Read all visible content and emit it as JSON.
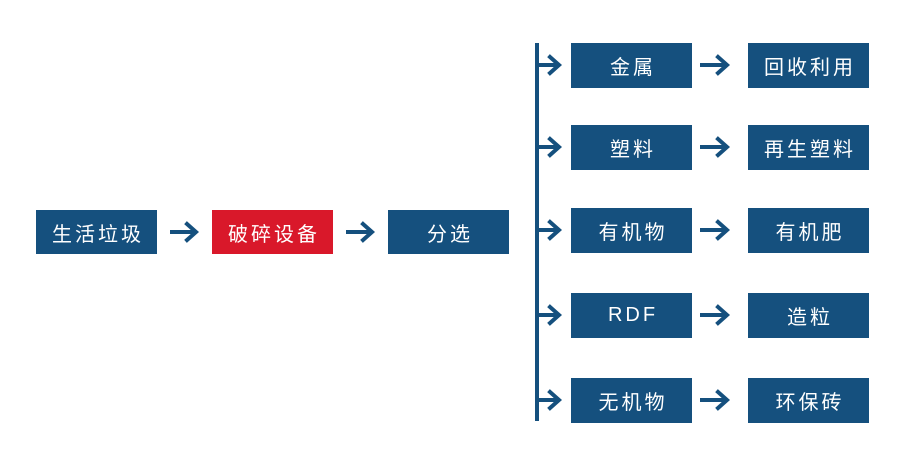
{
  "diagram": {
    "type": "process-flow",
    "title": "",
    "colors": {
      "primary_blue": "#15507E",
      "highlight_red": "#D9182A",
      "background": "#FFFFFF",
      "text": "#FFFFFF"
    },
    "main_chain": [
      {
        "id": "waste",
        "label": "生活垃圾",
        "style": "blue"
      },
      {
        "id": "crusher",
        "label": "破碎设备",
        "style": "red"
      },
      {
        "id": "sorting",
        "label": "分选",
        "style": "blue"
      }
    ],
    "main_arrows": [
      {
        "id": "arrow-waste-to-crusher",
        "glyph": "arrow-right-icon"
      },
      {
        "id": "arrow-crusher-to-sorting",
        "glyph": "arrow-right-icon"
      }
    ],
    "branches": [
      {
        "material": "金属",
        "product": "回收利用"
      },
      {
        "material": "塑料",
        "product": "再生塑料"
      },
      {
        "material": "有机物",
        "product": "有机肥"
      },
      {
        "material": "RDF",
        "product": "造粒"
      },
      {
        "material": "无机物",
        "product": "环保砖"
      }
    ]
  }
}
